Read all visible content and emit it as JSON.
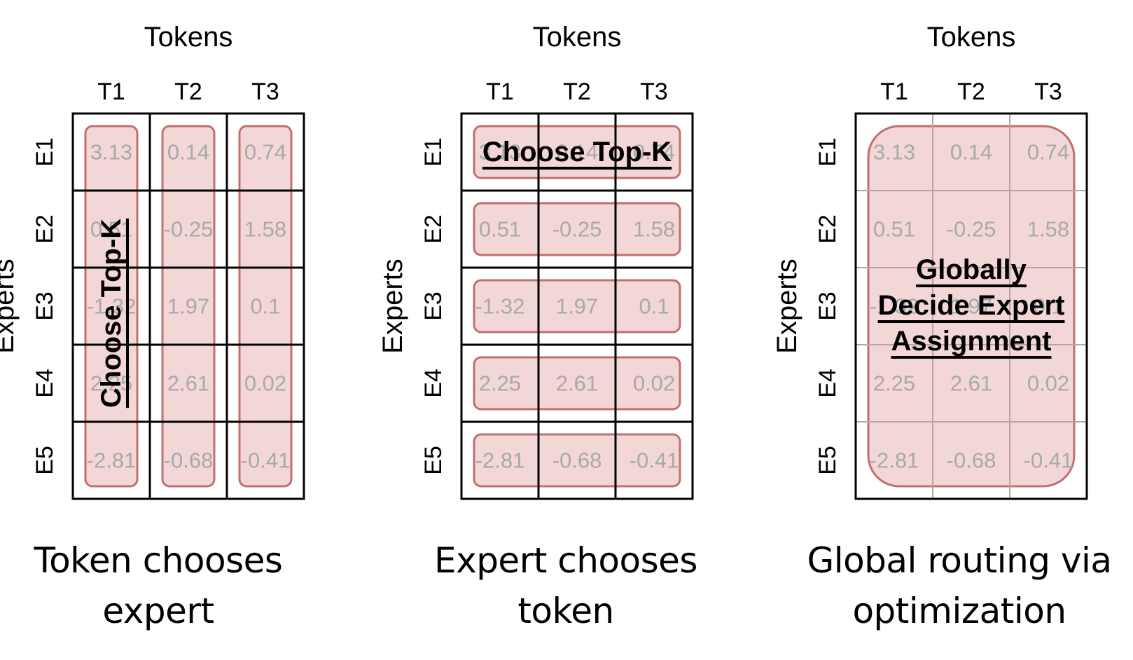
{
  "colors": {
    "highlight_fill": "#f3d6d6",
    "highlight_stroke": "#c0706f",
    "cell_value": "#a9a9a9",
    "grid_line": "#000000"
  },
  "x_axis_label": "Tokens",
  "y_axis_label": "Experts",
  "tokens": [
    "T1",
    "T2",
    "T3"
  ],
  "experts": [
    "E1",
    "E2",
    "E3",
    "E4",
    "E5"
  ],
  "scores": [
    [
      "3.13",
      "0.14",
      "0.74"
    ],
    [
      "0.51",
      "-0.25",
      "1.58"
    ],
    [
      "-1.32",
      "1.97",
      "0.1"
    ],
    [
      "2.25",
      "2.61",
      "0.02"
    ],
    [
      "-2.81",
      "-0.68",
      "-0.41"
    ]
  ],
  "panels": [
    {
      "id": "token-choice",
      "highlight_mode": "columns",
      "overlay_lines": [
        "Choose Top-K"
      ],
      "caption_lines": [
        "Token chooses",
        "expert"
      ]
    },
    {
      "id": "expert-choice",
      "highlight_mode": "rows",
      "overlay_lines": [
        "Choose Top-K"
      ],
      "caption_lines": [
        "Expert chooses",
        "token"
      ]
    },
    {
      "id": "global-routing",
      "highlight_mode": "all",
      "overlay_lines": [
        "Globally",
        "Decide Expert",
        "Assignment"
      ],
      "caption_lines": [
        "Global routing via",
        "optimization"
      ]
    }
  ]
}
